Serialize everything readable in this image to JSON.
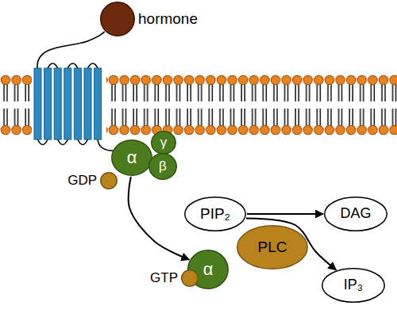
{
  "diagram": {
    "nodes": [
      {
        "text": [
          "hormone"
        ]
      },
      {
        "text": [
          "α"
        ]
      },
      {
        "text": [
          "γ"
        ]
      },
      {
        "text": [
          "β"
        ]
      },
      {
        "text": [
          "GDP"
        ]
      },
      {
        "text": [
          "PIP₂"
        ]
      },
      {
        "text": [
          "DAG"
        ]
      },
      {
        "text": [
          "PLC"
        ]
      },
      {
        "text": [
          "α"
        ]
      },
      {
        "text": [
          "GTP"
        ]
      },
      {
        "text": [
          "IP₃"
        ]
      }
    ],
    "edges": [
      {
        "from": 1,
        "to": 8,
        "arrow": "to"
      },
      {
        "from": 5,
        "to": 6,
        "arrow": "to"
      },
      {
        "from": 5,
        "to": 10,
        "arrow": "to"
      }
    ]
  }
}
